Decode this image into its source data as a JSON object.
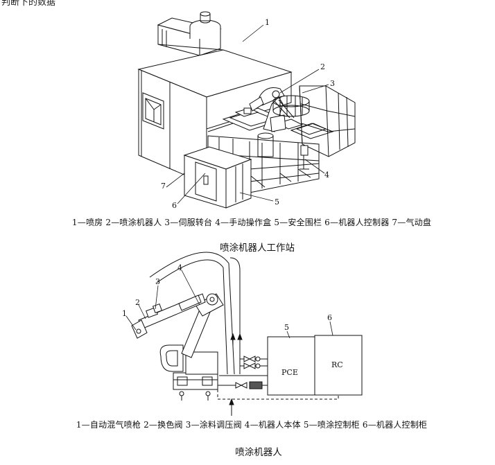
{
  "top_cut_text": "判断下的数据",
  "workstation": {
    "callouts": [
      "1",
      "2",
      "3",
      "4",
      "5",
      "6",
      "7"
    ],
    "legend": "1—喷房   2—喷涂机器人   3—伺服转台   4—手动操作盒   5—安全围栏   6—机器人控制器   7—气动盘",
    "caption": "喷涂机器人工作站"
  },
  "robot": {
    "callouts": [
      "1",
      "2",
      "3",
      "4",
      "5",
      "6"
    ],
    "pce_label": "PCE",
    "rc_label": "RC",
    "legend": "1—自动混气喷枪   2—换色阀   3—涂料调压阀   4—机器人本体   5—喷涂控制柜   6—机器人控制柜",
    "caption": "喷涂机器人"
  }
}
